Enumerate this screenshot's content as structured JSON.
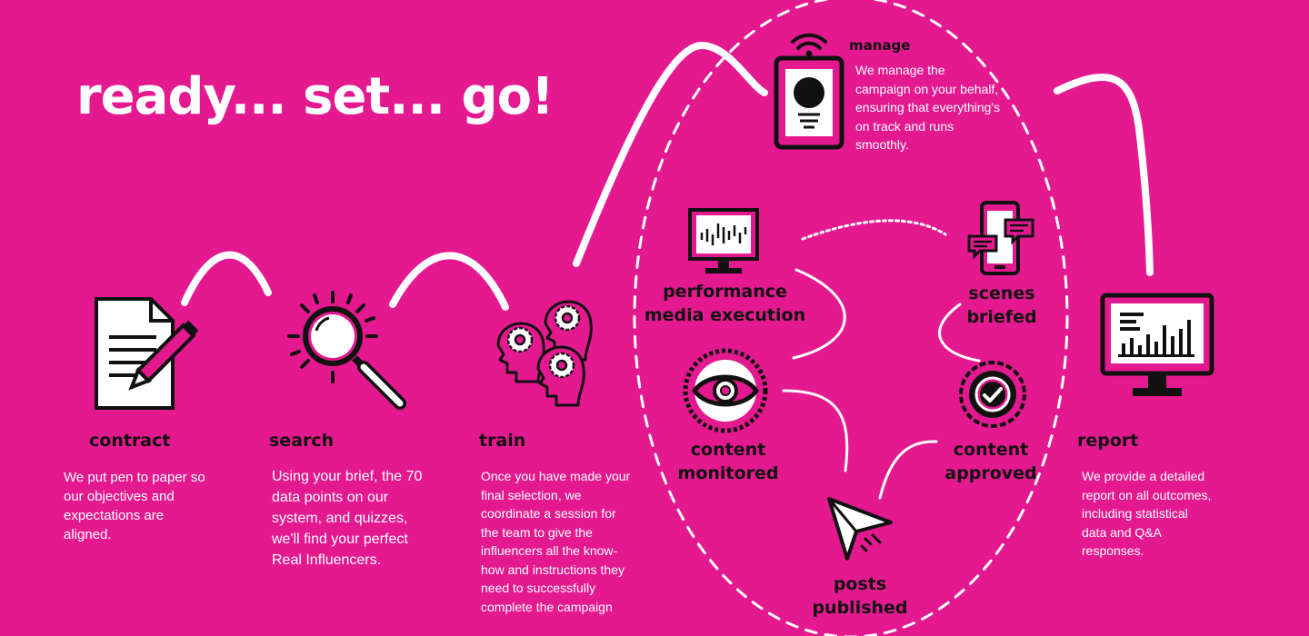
{
  "title": "ready... set... go!",
  "colors": {
    "background": "#e5198f",
    "ink": "#111111",
    "white": "#ffffff",
    "screen": "#e0e0e0"
  },
  "steps": {
    "contract": {
      "label": "contract",
      "icon": "contract-document-pen-icon",
      "text": [
        "We put pen to paper so",
        "our objectives and",
        "expectations are",
        "aligned."
      ]
    },
    "search": {
      "label": "search",
      "icon": "magnifying-glass-icon",
      "text": [
        "Using your brief, the 70",
        "data points on our",
        "system, and quizzes,",
        "we'll find your perfect",
        "Real Influencers."
      ]
    },
    "train": {
      "label": "train",
      "icon": "heads-with-gears-icon",
      "text": [
        "Once you have made your",
        "final selection, we",
        "coordinate a session for",
        "the team to give the",
        "influencers all the know-",
        "how and instructions they",
        "need to successfully",
        "complete the campaign"
      ]
    },
    "manage": {
      "label": "manage",
      "icon": "mobile-lightbulb-icon",
      "text": [
        "We manage the",
        "campaign on your behalf,",
        "ensuring that everything's",
        "on track and runs",
        "smoothly."
      ]
    },
    "report": {
      "label": "report",
      "icon": "monitor-bar-chart-icon",
      "text": [
        "We provide a detailed",
        "report on all outcomes,",
        "including statistical",
        "data and Q&A",
        "responses."
      ]
    }
  },
  "cycle": {
    "performance": {
      "label": [
        "performance",
        "media  execution"
      ],
      "icon": "monitor-chart-icon"
    },
    "scenes": {
      "label": [
        "scenes",
        "briefed"
      ],
      "icon": "phone-chat-icon"
    },
    "monitored": {
      "label": [
        "content",
        "monitored"
      ],
      "icon": "eye-icon"
    },
    "approved": {
      "label": [
        "content",
        "approved"
      ],
      "icon": "approved-seal-icon"
    },
    "published": {
      "label": [
        "posts",
        "published"
      ],
      "icon": "paper-plane-icon"
    }
  }
}
